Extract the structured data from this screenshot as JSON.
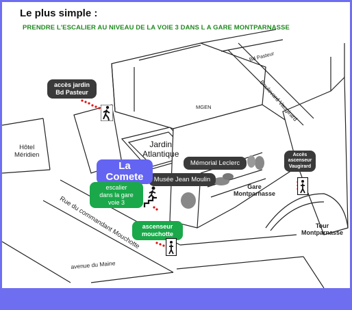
{
  "header": {
    "title": "Le plus simple :",
    "subtitle": "PRENDRE L'ESCALIER AU NIVEAU DE LA VOIE 3 DANS L A GARE MONTPARNASSE"
  },
  "streets": {
    "bd_pasteur": "Bd Pasteur",
    "bd_vaugirard": "Boulevard Vaugirard",
    "rue_mouchotte": "Rue du commandant Mouchotte",
    "av_maine": "avenue du Maine"
  },
  "places": {
    "mgen": "MGEN",
    "hotel": "Hôtel\nMéridien",
    "jardin": "Jardin\nAtlantique",
    "gare": "Gare\nMontparnasse",
    "tour": "Tour\nMontparnasse"
  },
  "callouts": {
    "acces_jardin": "accès jardin\nBd Pasteur",
    "memorial": "Mémorial Leclerc",
    "musee": "Musée Jean Moulin",
    "acces_ascenseur": "Accès\nascenseur\nVaugirard",
    "la_comete": "La\nComete",
    "escalier": "escalier\ndans la gare\nvoie 3",
    "ascenseur": "ascenseur\nmouchotte"
  },
  "icons": [
    "person-walking-icon",
    "stairs-icon",
    "elevator-icon"
  ],
  "colors": {
    "frame": "#6e6ef0",
    "title_green": "#1f8a1f",
    "bubble_dark": "#3a3a3a",
    "bubble_green": "#1aa84a",
    "bubble_blue": "#6464f2",
    "route_red": "#e11111"
  }
}
